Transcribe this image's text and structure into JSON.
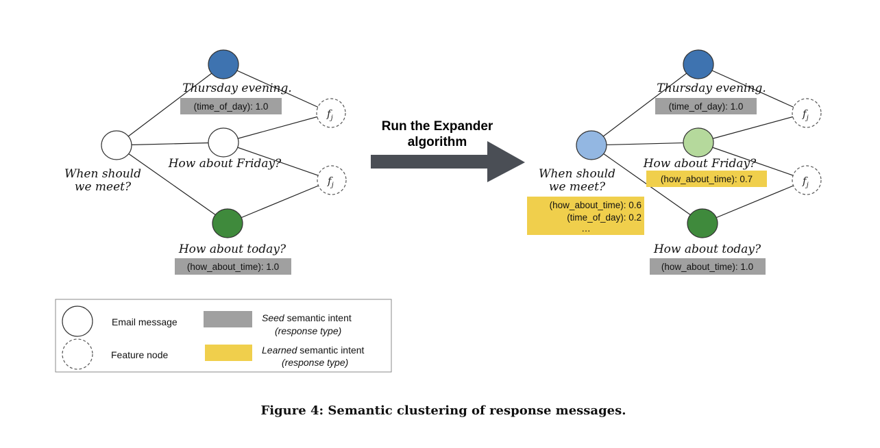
{
  "colors": {
    "seed_intent": "#a0a0a0",
    "learned_intent": "#f0cf4c",
    "node_blue": "#3e73b0",
    "node_dark_green": "#3f8a3c",
    "node_light_blue": "#93b7e2",
    "node_light_green": "#b5d99c",
    "arrow": "#4a4e55"
  },
  "left_graph": {
    "msg_thursday": "Thursday evening.",
    "intent_thursday": "(time_of_day): 1.0",
    "msg_friday": "How about Friday?",
    "msg_when_line1": "When should",
    "msg_when_line2": "we meet?",
    "msg_today": "How about today?",
    "intent_today": "(how_about_time): 1.0",
    "feature_label": "f",
    "feature_sub": "j"
  },
  "arrow": {
    "label_line1": "Run the Expander",
    "label_line2": "algorithm"
  },
  "right_graph": {
    "msg_thursday": "Thursday evening.",
    "intent_thursday": "(time_of_day): 1.0",
    "msg_friday": "How about Friday?",
    "intent_friday": "(how_about_time): 0.7",
    "msg_when_line1": "When should",
    "msg_when_line2": "we meet?",
    "intent_when_line1": "(how_about_time): 0.6",
    "intent_when_line2": "(time_of_day): 0.2",
    "intent_when_line3": "…",
    "msg_today": "How about today?",
    "intent_today": "(how_about_time): 1.0",
    "feature_label": "f",
    "feature_sub": "j"
  },
  "legend": {
    "email_message": "Email message",
    "feature_node": "Feature node",
    "seed_word": "Seed",
    "seed_rest": " semantic intent",
    "seed_sub": "(response type)",
    "learned_word": "Learned",
    "learned_rest": " semantic intent",
    "learned_sub": "(response type)"
  },
  "caption": "Figure 4: Semantic clustering of response messages."
}
